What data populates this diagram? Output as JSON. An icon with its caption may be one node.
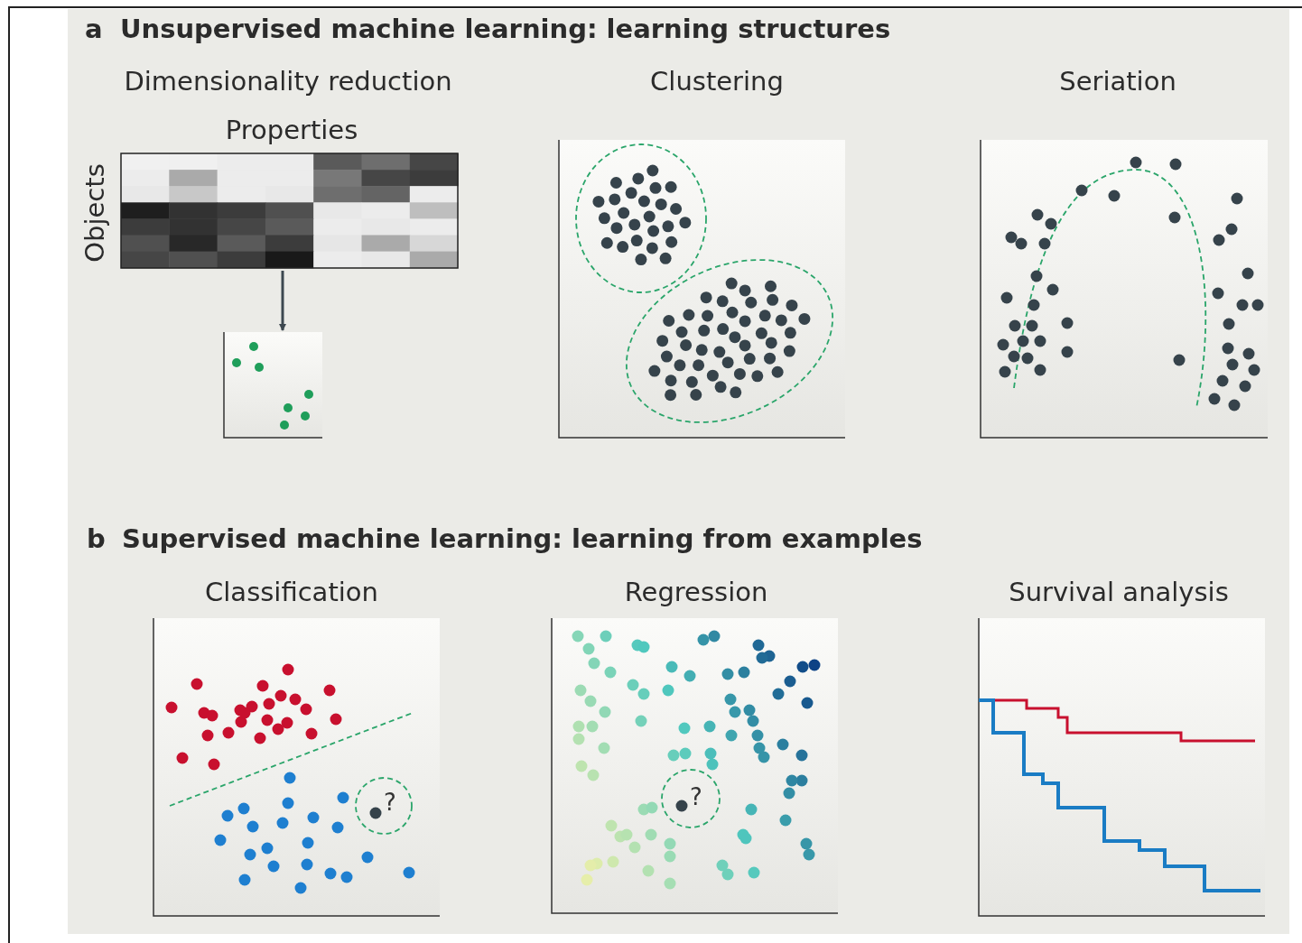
{
  "diagram": {
    "nodes": [
      {
        "text": [],
        "shape": "picture",
        "beside": [
          "Properties",
          "Objects"
        ]
      },
      {
        "text": [],
        "shape": "picture"
      }
    ],
    "edges": [
      {
        "from": 0,
        "to": 1,
        "arrow": "to"
      }
    ],
    "labels": [
      "a",
      "Unsupervised machine learning: learning structures",
      "Dimensionality reduction",
      "Clustering",
      "Seriation",
      "b",
      "Supervised machine learning: learning from examples",
      "Classification",
      "Regression",
      "Survival analysis",
      "?",
      "?"
    ]
  }
}
